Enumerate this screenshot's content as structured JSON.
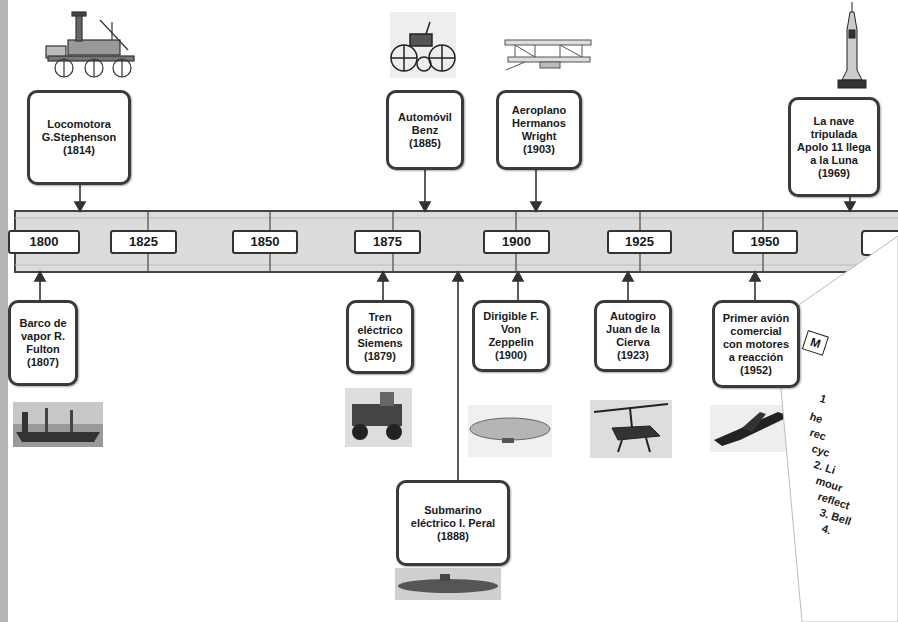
{
  "diagram": {
    "nodes": [
      {
        "text": [
          "Locomotora G.Stephenson (1814)"
        ]
      },
      {
        "text": [
          "Automóvil Benz (1885)"
        ]
      },
      {
        "text": [
          "Aeroplano Hermanos Wright (1903)"
        ]
      },
      {
        "text": [
          "La nave tripulada Apolo 11 llega a la Luna (1969)"
        ]
      },
      {
        "text": [
          "1800"
        ]
      },
      {
        "text": [
          "1825"
        ]
      },
      {
        "text": [
          "1850"
        ]
      },
      {
        "text": [
          "1875"
        ]
      },
      {
        "text": [
          "1900"
        ]
      },
      {
        "text": [
          "1925"
        ]
      },
      {
        "text": [
          "1950"
        ]
      },
      {
        "text": [
          "Barco de vapor R. Fulton (1807)"
        ]
      },
      {
        "text": [
          "Tren eléctrico Siemens (1879)"
        ]
      },
      {
        "text": [
          "Submarino eléctrico I. Peral (1888)"
        ]
      },
      {
        "text": [
          "Dirigible F. Von Zeppelin (1900)"
        ]
      },
      {
        "text": [
          "Autogiro Juan de la Cierva (1923)"
        ]
      },
      {
        "text": [
          "Primer avión comercial con motores a reacción (1952)"
        ]
      },
      {
        "text": [
          "M"
        ]
      }
    ],
    "labels": [
      "1",
      "he",
      "rec",
      "cyc",
      "2. Li",
      "mour",
      "reflect",
      "3. Bell",
      "4."
    ]
  }
}
